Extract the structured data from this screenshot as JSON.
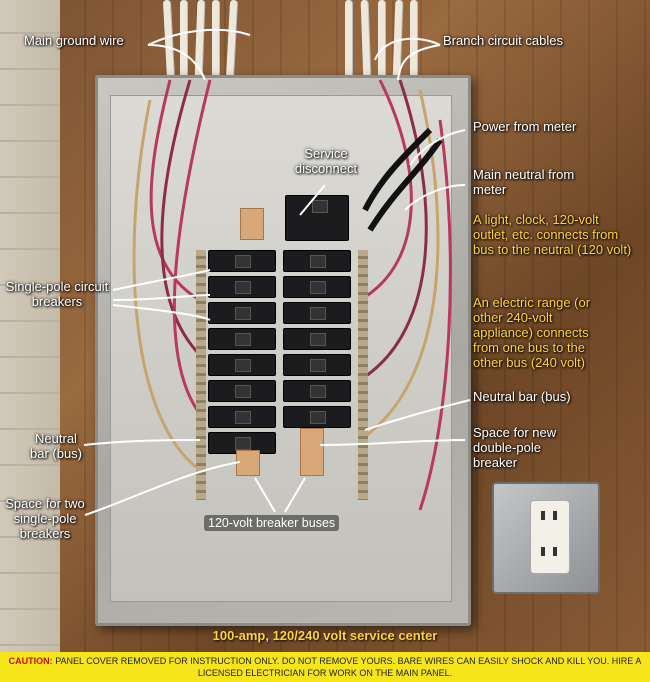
{
  "labels": {
    "main_ground_wire": "Main ground wire",
    "branch_circuit_cables": "Branch circuit cables",
    "service_disconnect": "Service disconnect",
    "power_from_meter": "Power from meter",
    "main_neutral": "Main neutral from meter",
    "light_clock": "A light, clock, 120-volt outlet, etc. connects from bus to the neutral (120 volt)",
    "electric_range": "An electric range (or other 240-volt appliance) connects from one bus to the other bus (240 volt)",
    "single_pole_breakers": "Single-pole circuit breakers",
    "neutral_bar_bus_right": "Neutral bar (bus)",
    "space_double_pole": "Space for new double-pole breaker",
    "neutral_bar_left": "Neutral bar (bus)",
    "space_two_single_pole": "Space for two single-pole breakers",
    "breaker_buses": "120-volt breaker buses"
  },
  "caption": "100-amp, 120/240 volt service center",
  "caution": {
    "prefix": "CAUTION:",
    "text": "PANEL COVER REMOVED FOR INSTRUCTION ONLY. DO NOT REMOVE YOURS. BARE WIRES CAN EASILY SHOCK AND KILL YOU. HIRE A LICENSED ELECTRICIAN FOR WORK ON THE MAIN PANEL."
  },
  "colors": {
    "label_white": "#ffffff",
    "label_yellow": "#ffd33a",
    "caution_bg": "#f6e51a",
    "caution_red": "#c4121a"
  }
}
